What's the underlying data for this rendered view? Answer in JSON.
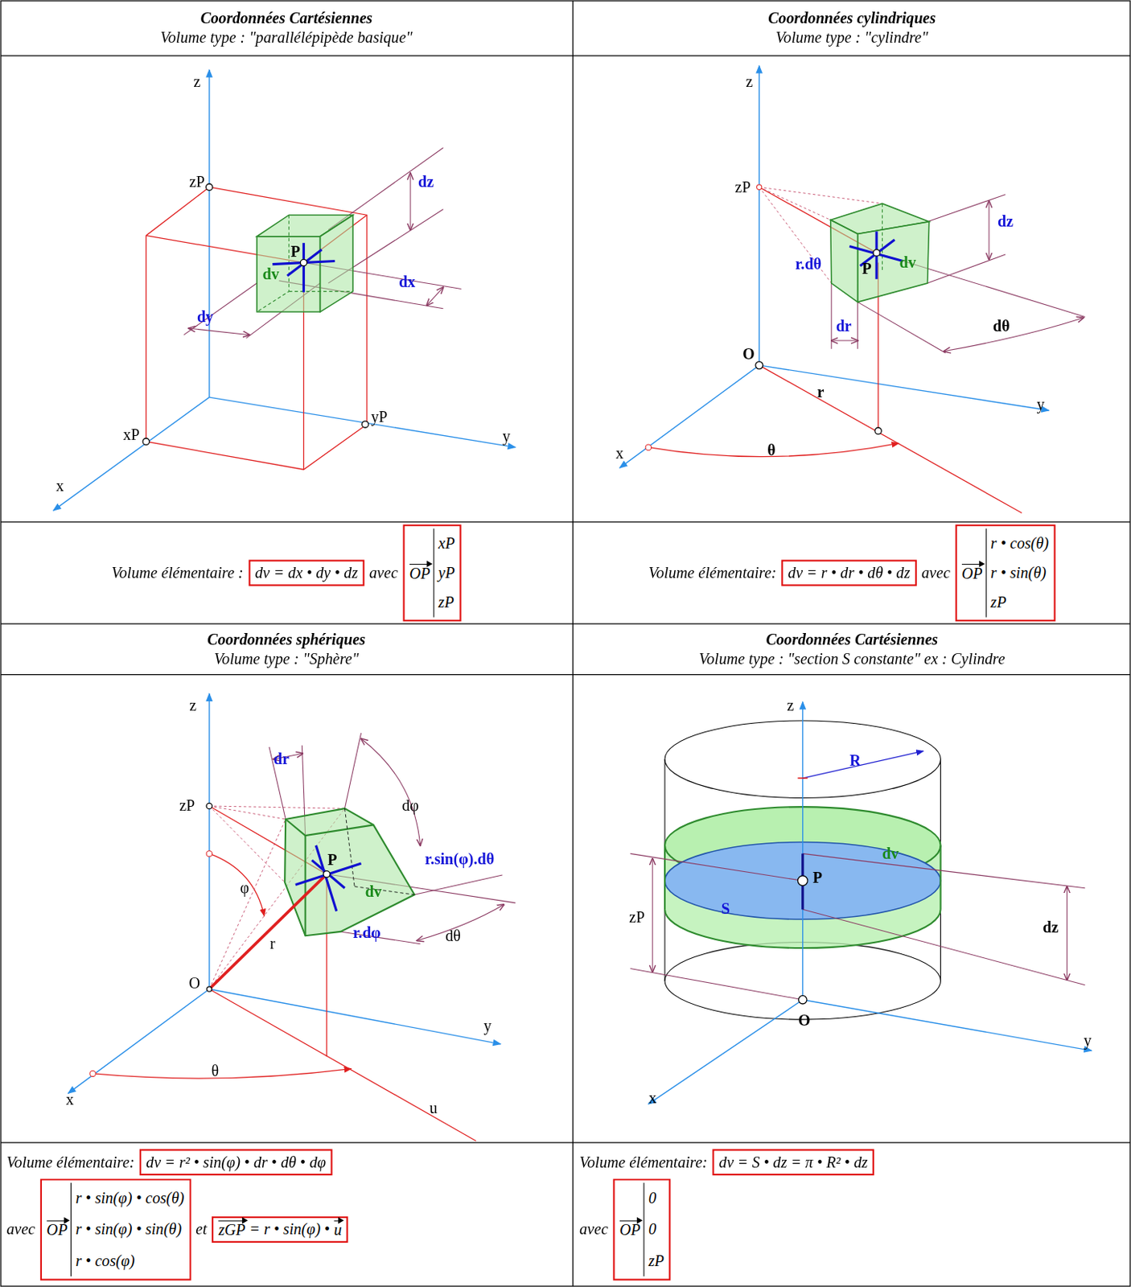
{
  "diagram": {
    "nodes": [
      {
        "text": [
          "Coordonnées Cartésiennes",
          "Volume type : \"parallélépipède basique\""
        ]
      },
      {
        "text": [
          "Coordonnées cylindriques",
          "Volume type : \"cylindre\""
        ]
      },
      {
        "text": [
          "Volume élémentaire :",
          "avec"
        ]
      },
      {
        "text": [
          "dv = dx • dy • dz"
        ],
        "in": 2
      },
      {
        "text": [
          "OP",
          "xP",
          "yP",
          "zP"
        ],
        "in": 2
      },
      {
        "text": [
          "Volume élémentaire:",
          "avec"
        ]
      },
      {
        "text": [
          "dv = r • dr • dθ • dz"
        ],
        "in": 5
      },
      {
        "text": [
          "OP",
          "r • cos(θ)",
          "r • sin(θ)",
          "zP"
        ],
        "in": 5
      },
      {
        "text": [
          "Coordonnées sphériques",
          "Volume type : \"Sphère\""
        ]
      },
      {
        "text": [
          "Coordonnées Cartésiennes",
          "Volume type : \"section S constante\" ex : Cylindre"
        ]
      },
      {
        "text": [
          "Volume élémentaire:",
          "avec",
          "et"
        ]
      },
      {
        "text": [
          "dv = r² • sin(φ) • dr • dθ • dφ"
        ],
        "in": 10
      },
      {
        "text": [
          "OP",
          "r • sin(φ) • cos(θ)",
          "r • sin(φ) • sin(θ)",
          "r • cos(φ)"
        ],
        "in": 10
      },
      {
        "text": [
          "zGP",
          "= r • sin(φ) •",
          "u"
        ],
        "in": 10
      },
      {
        "text": [
          "Volume élémentaire:",
          "avec"
        ]
      },
      {
        "text": [
          "dv = S • dz = π • R² • dz"
        ],
        "in": 14
      },
      {
        "text": [
          "OP",
          "0",
          "0",
          "zP"
        ],
        "in": 14
      }
    ],
    "labels": [
      "z",
      "zP",
      "dz",
      "P",
      "dv",
      "dx",
      "dy",
      "xP",
      "yP",
      "y",
      "x",
      "z",
      "zP",
      "dz",
      "r.dθ",
      "P",
      "dv",
      "dr",
      "dθ",
      "O",
      "r",
      "y",
      "x",
      "θ",
      "z",
      "dr",
      "dφ",
      "zP",
      "r.sin(φ).dθ",
      "φ",
      "P",
      "dv",
      "r",
      "r.dφ",
      "dθ",
      "O",
      "y",
      "x",
      "θ",
      "u",
      "z",
      "R",
      "dv",
      "P",
      "zP",
      "S",
      "dz",
      "O",
      "y",
      "x"
    ]
  }
}
